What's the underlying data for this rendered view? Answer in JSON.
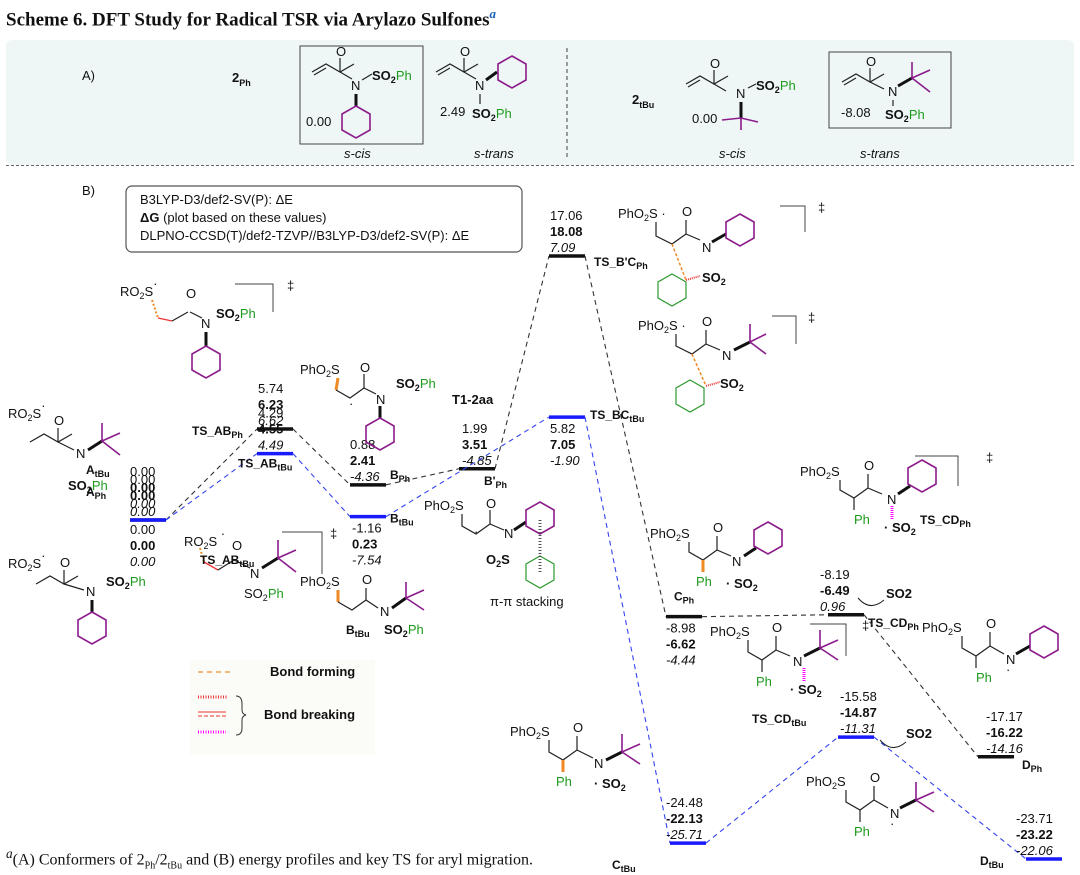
{
  "title": "Scheme 6. DFT Study for Radical TSR via Arylazo Sulfones",
  "title_footnote_mark": "a",
  "panelA": {
    "label": "A)",
    "groups": [
      {
        "compound": "2",
        "compound_sub": "Ph",
        "conformers": [
          {
            "name": "s-cis",
            "energy": "0.00",
            "boxed": true,
            "substituents": [
              "SO2Ph",
              "Ph"
            ]
          },
          {
            "name": "s-trans",
            "energy": "2.49",
            "boxed": false,
            "substituents": [
              "Ph",
              "SO2Ph"
            ]
          }
        ]
      },
      {
        "compound": "2",
        "compound_sub": "tBu",
        "conformers": [
          {
            "name": "s-cis",
            "energy": "0.00",
            "boxed": false,
            "substituents": [
              "SO2Ph",
              "tBu"
            ]
          },
          {
            "name": "s-trans",
            "energy": "-8.08",
            "boxed": true,
            "substituents": [
              "tBu",
              "SO2Ph"
            ]
          }
        ]
      }
    ]
  },
  "panelB": {
    "label": "B)",
    "method_box": [
      "B3LYP-D3/def2-SV(P): ΔE",
      "ΔG (plot based on these values)",
      "DLPNO-CCSD(T)/def2-TZVP//B3LYP-D3/def2-SV(P): ΔE"
    ],
    "legend": {
      "bond_forming": "Bond forming",
      "bond_breaking": "Bond breaking"
    },
    "annotations": {
      "pi_stacking": "π-π stacking",
      "so2_release": "SO2",
      "t1": "T1-2aa",
      "dagger": "‡"
    }
  },
  "chart_data": {
    "type": "energy-profile",
    "title": "Energy profiles (kcal/mol)",
    "value_order": [
      "dE_B3LYP",
      "dG",
      "dE_DLPNO"
    ],
    "series": [
      {
        "name": "Ph",
        "color": "#000000",
        "states": [
          {
            "label": "A",
            "sub": "Ph",
            "dE": "0.00",
            "dG": "0.00",
            "dE2": "0.00"
          },
          {
            "label": "TS_AB",
            "sub": "Ph",
            "dE": "5.74",
            "dG": "6.23",
            "dE2": "6.62"
          },
          {
            "label": "B",
            "sub": "Ph",
            "dE": "0.88",
            "dG": "2.41",
            "dE2": "-4.36"
          },
          {
            "label": "B'",
            "sub": "Ph",
            "dE": "1.99",
            "dG": "3.51",
            "dE2": "-4.85"
          },
          {
            "label": "TS_B'C",
            "sub": "Ph",
            "dE": "17.06",
            "dG": "18.08",
            "dE2": "7.09"
          },
          {
            "label": "C",
            "sub": "Ph",
            "dE": "-8.98",
            "dG": "-6.62",
            "dE2": "-4.44"
          },
          {
            "label": "TS_CD",
            "sub": "Ph",
            "dE": "-8.19",
            "dG": "-6.49",
            "dE2": "0.96"
          },
          {
            "label": "D",
            "sub": "Ph",
            "dE": "-17.17",
            "dG": "-16.22",
            "dE2": "-14.16"
          }
        ]
      },
      {
        "name": "tBu",
        "color": "#1a1aff",
        "states": [
          {
            "label": "A",
            "sub": "tBu",
            "dE": "0.00",
            "dG": "0.00",
            "dE2": "0.00"
          },
          {
            "label": "TS_AB",
            "sub": "tBu",
            "dE": "4.29",
            "dG": "4.55",
            "dE2": "4.49"
          },
          {
            "label": "B",
            "sub": "tBu",
            "dE": "-1.16",
            "dG": "0.23",
            "dE2": "-7.54"
          },
          {
            "label": "TS_BC",
            "sub": "tBu",
            "dE": "5.82",
            "dG": "7.05",
            "dE2": "-1.90"
          },
          {
            "label": "C",
            "sub": "tBu",
            "dE": "-24.48",
            "dG": "-22.13",
            "dE2": "-25.71"
          },
          {
            "label": "TS_CD",
            "sub": "tBu",
            "dE": "-15.58",
            "dG": "-14.87",
            "dE2": "-11.31"
          },
          {
            "label": "D",
            "sub": "tBu",
            "dE": "-23.71",
            "dG": "-23.22",
            "dE2": "-22.06"
          }
        ]
      }
    ]
  },
  "footnote": {
    "mark": "a",
    "text_pre": "(A) Conformers of 2",
    "sub1": "Ph",
    "mid": "/2",
    "sub2": "tBu",
    "text_post": " and (B) energy profiles and key TS for aryl migration."
  }
}
